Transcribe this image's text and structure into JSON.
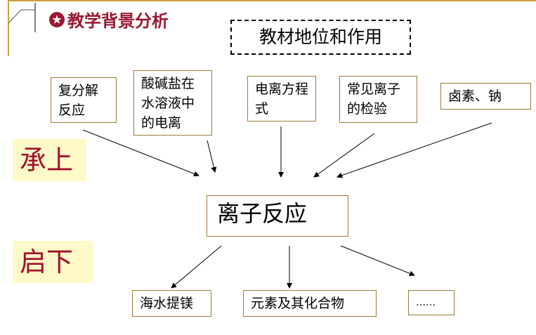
{
  "header": {
    "title": "教学背景分析",
    "bullet_icon": "star-circle-icon",
    "accent": "#9a1832"
  },
  "diagram": {
    "heading": "教材地位和作用",
    "upper_label": "承上",
    "lower_label": "启下",
    "upper_nodes": [
      "复分解反应",
      "酸碱盐在水溶液中的电离",
      "电离方程式",
      "常见离子的检验",
      "卤素、钠"
    ],
    "center_node": "离子反应",
    "lower_nodes": [
      "海水提镁",
      "元素及其化合物",
      "……"
    ]
  }
}
